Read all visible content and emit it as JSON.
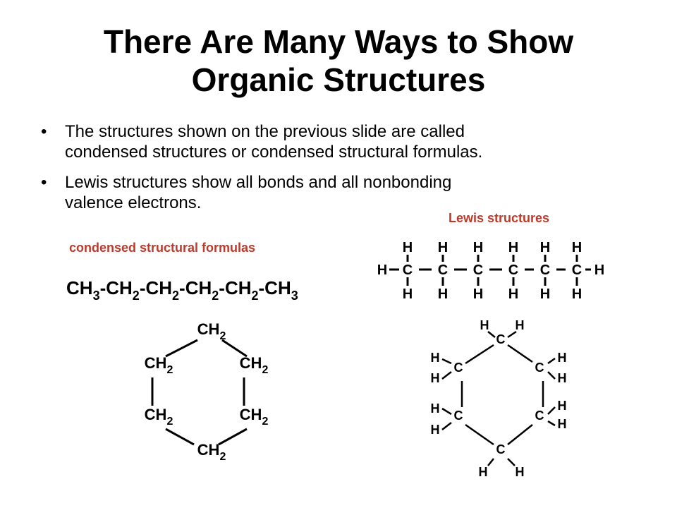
{
  "title": {
    "line1": "There Are Many Ways to Show",
    "line2": "Organic Structures"
  },
  "bullets": [
    {
      "glyph": "•",
      "line1": "The structures shown on the previous slide are called",
      "line2": "condensed structures or condensed structural formulas."
    },
    {
      "glyph": "•",
      "line1": "Lewis structures show all bonds and all nonbonding",
      "line2": "valence electrons."
    }
  ],
  "labels": {
    "lewis": "Lewis structures",
    "condensed": "condensed structural formulas"
  },
  "colors": {
    "label": "#c0392b",
    "text": "#000000",
    "background": "#ffffff"
  },
  "condensed_hexane": {
    "groups": [
      "CH",
      "-CH",
      "-CH",
      "-CH",
      "-CH",
      "-CH"
    ],
    "subs": [
      "3",
      "2",
      "2",
      "2",
      "2",
      "3"
    ]
  },
  "lewis_hexane": {
    "H": "H",
    "C": "C",
    "dash": "–"
  },
  "cyclohexane_condensed": {
    "CH": "CH",
    "sub": "2"
  },
  "cyclohexane_lewis": {
    "H": "H",
    "C": "C"
  }
}
